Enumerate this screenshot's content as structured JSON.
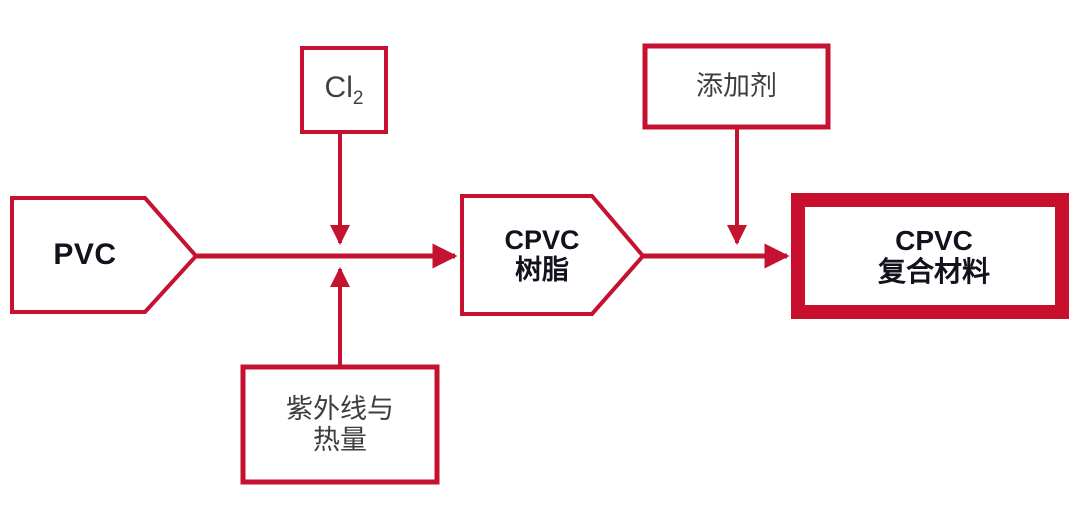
{
  "diagram": {
    "title": "CPVC Production Process Flow",
    "type": "process-flow",
    "colors": {
      "line_red": "#C41230",
      "thick_red": "#C8102E",
      "text_dark": "#12121c",
      "text_gray": "#3e3e3e",
      "background": "#ffffff"
    },
    "nodes": [
      {
        "id": "pvc",
        "shape": "pentagon-arrow",
        "label": "PVC",
        "lines": [
          "PVC"
        ],
        "bold": true
      },
      {
        "id": "cl2",
        "shape": "rectangle",
        "label": "Cl2",
        "text_main": "Cl",
        "text_sub": "2",
        "bold": false
      },
      {
        "id": "uv_heat",
        "shape": "rectangle",
        "label": "紫外线与热量",
        "lines": [
          "紫外线与",
          "热量"
        ],
        "bold": false
      },
      {
        "id": "resin",
        "shape": "pentagon-arrow",
        "label": "CPVC 树脂",
        "lines": [
          "CPVC",
          "树脂"
        ],
        "bold": true
      },
      {
        "id": "additive",
        "shape": "rectangle",
        "label": "添加剂",
        "lines": [
          "添加剂"
        ],
        "bold": false
      },
      {
        "id": "composite",
        "shape": "rectangle-thick",
        "label": "CPVC 复合材料",
        "lines": [
          "CPVC",
          "复合材料"
        ],
        "bold": true
      }
    ],
    "connections": [
      {
        "from": "pvc",
        "to": "resin",
        "direction": "right",
        "arrowhead": true
      },
      {
        "from": "cl2",
        "to": "pvc-resin-junction",
        "direction": "down",
        "arrowhead": true
      },
      {
        "from": "uv_heat",
        "to": "pvc-resin-junction",
        "direction": "up",
        "arrowhead": true
      },
      {
        "from": "resin",
        "to": "composite",
        "direction": "right",
        "arrowhead": true
      },
      {
        "from": "additive",
        "to": "resin-composite-junction",
        "direction": "down",
        "arrowhead": true
      }
    ]
  }
}
